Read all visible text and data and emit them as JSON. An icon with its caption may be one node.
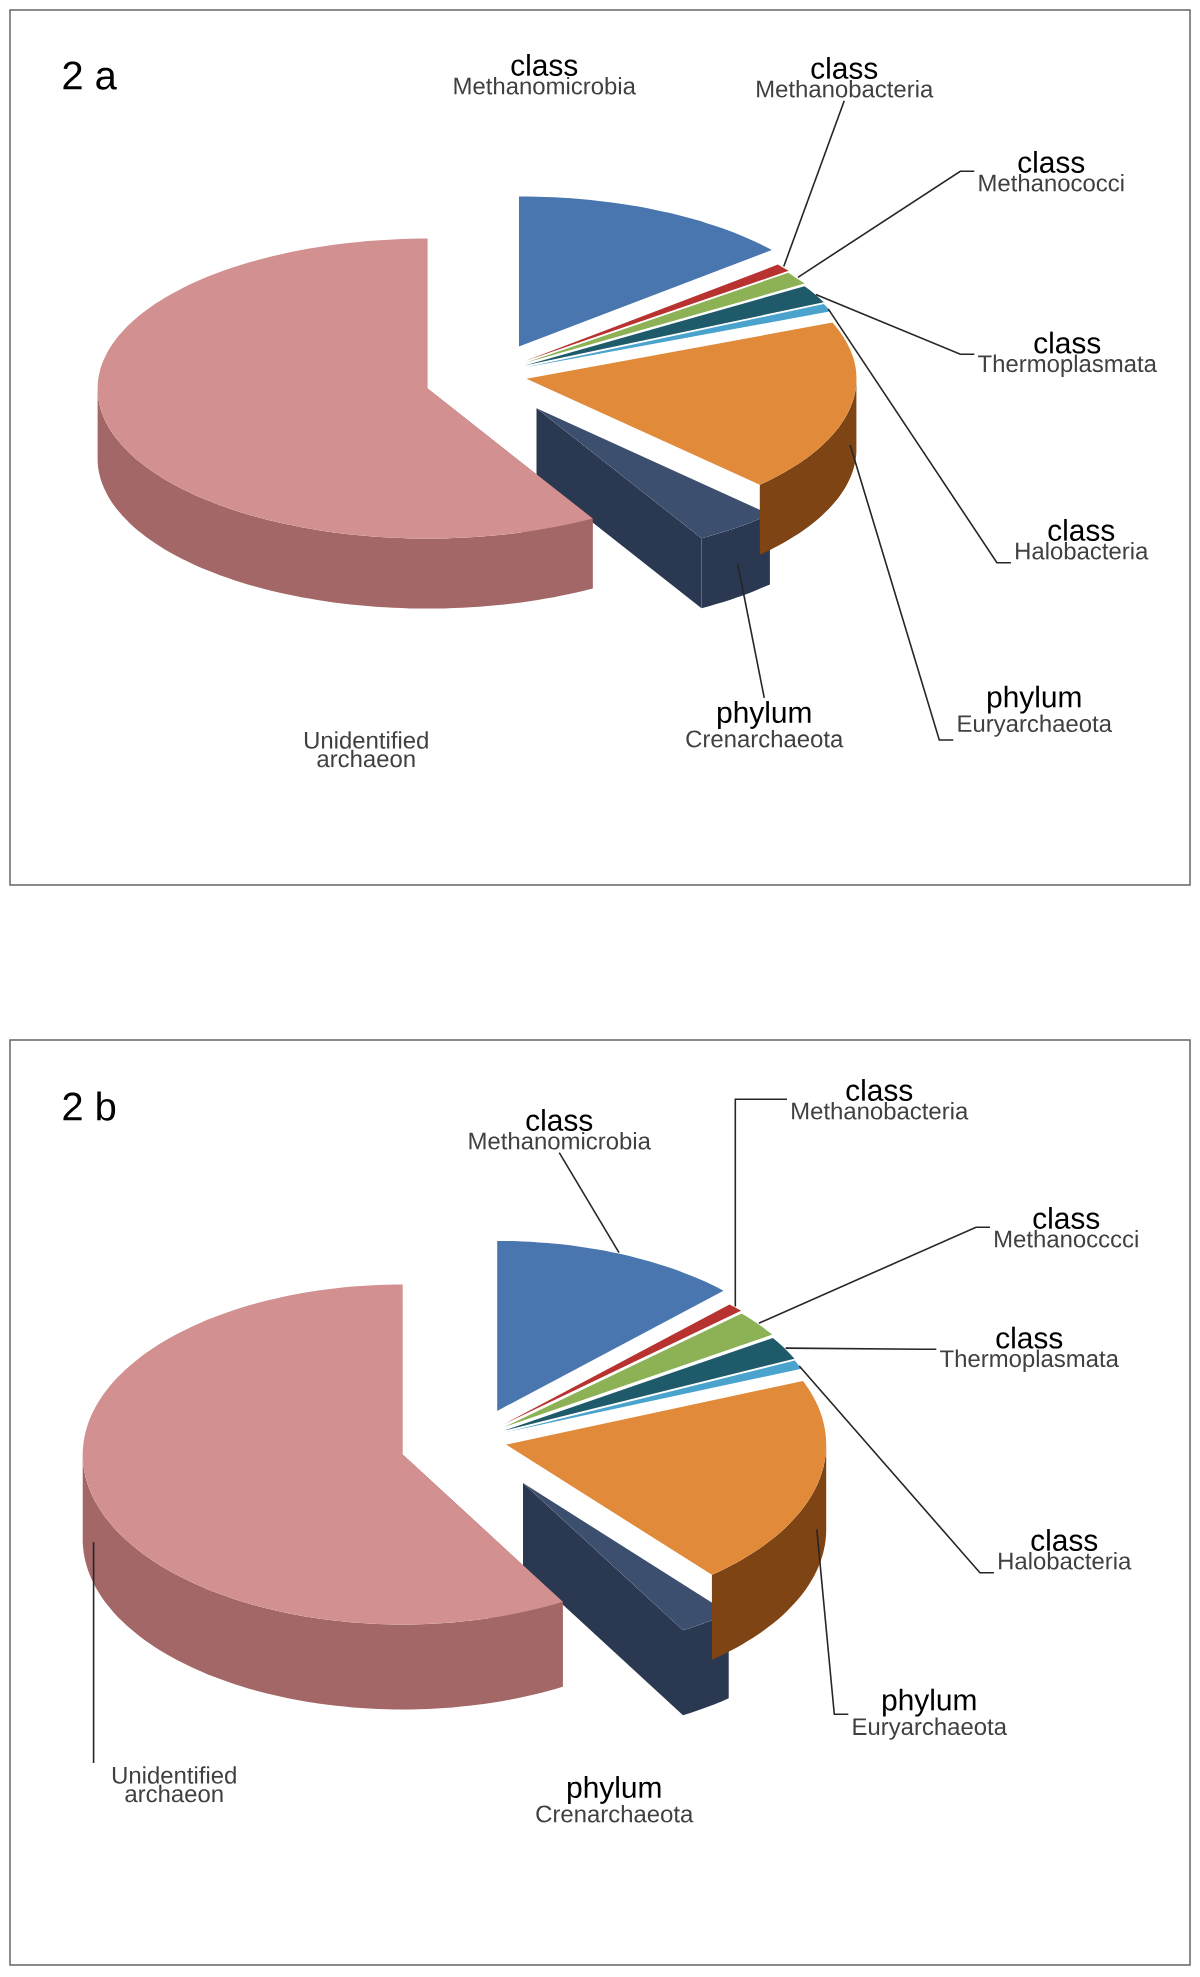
{
  "diagram": {
    "nodes": [
      {
        "text": [
          "2 a"
        ]
      },
      {
        "text": [
          "class",
          "Methanomicrobia"
        ],
        "in": 0
      },
      {
        "text": [
          "class",
          "Methanobacteria"
        ],
        "in": 0
      },
      {
        "text": [
          "class",
          "Methanococci"
        ],
        "in": 0
      },
      {
        "text": [
          "class",
          "Thermoplasmata"
        ],
        "in": 0
      },
      {
        "text": [
          "class",
          "Halobacteria"
        ],
        "in": 0
      },
      {
        "text": [
          "Unidentified archaeon"
        ],
        "in": 0
      },
      {
        "text": [
          "phylum",
          "Crenarchaeota"
        ],
        "in": 0
      },
      {
        "text": [
          "phylum",
          "Euryarchaeota"
        ],
        "in": 0
      },
      {
        "text": [],
        "shape": "slice",
        "in": 0
      },
      {
        "text": [],
        "shape": "slice",
        "in": 0
      },
      {
        "text": [],
        "shape": "slice",
        "in": 0
      },
      {
        "text": [],
        "shape": "slice",
        "in": 0
      },
      {
        "text": [],
        "shape": "slice",
        "in": 0
      },
      {
        "text": [],
        "shape": "slice",
        "in": 0
      },
      {
        "text": [],
        "shape": "slice",
        "in": 0
      },
      {
        "text": [],
        "shape": "slice",
        "in": 0
      },
      {
        "text": [
          "2 b"
        ]
      },
      {
        "text": [
          "class",
          "Methanomicrobia"
        ],
        "in": 17
      },
      {
        "text": [
          "class",
          "Methanobacteria"
        ],
        "in": 17
      },
      {
        "text": [
          "class",
          "Methanocccci"
        ],
        "in": 17
      },
      {
        "text": [
          "class",
          "Thermoplasmata"
        ],
        "in": 17
      },
      {
        "text": [
          "class",
          "Halobacteria"
        ],
        "in": 17
      },
      {
        "text": [
          "phylum",
          "Euryarchaeota"
        ],
        "in": 17
      },
      {
        "text": [
          "Unidentified archaeon"
        ],
        "in": 17
      },
      {
        "text": [
          "phylum",
          "Crenarchaeota"
        ],
        "in": 17
      },
      {
        "text": [],
        "shape": "slice",
        "in": 17
      },
      {
        "text": [],
        "shape": "slice",
        "in": 17
      },
      {
        "text": [],
        "shape": "slice",
        "in": 17
      },
      {
        "text": [],
        "shape": "slice",
        "in": 17
      },
      {
        "text": [],
        "shape": "slice",
        "in": 17
      },
      {
        "text": [],
        "shape": "slice",
        "in": 17
      },
      {
        "text": [],
        "shape": "slice",
        "in": 17
      },
      {
        "text": [],
        "shape": "slice",
        "in": 17
      }
    ],
    "edges": [
      {
        "from": 2,
        "to": 12,
        "arrow": "none"
      },
      {
        "from": 3,
        "to": 13,
        "arrow": "none"
      },
      {
        "from": 4,
        "to": 14,
        "arrow": "none"
      },
      {
        "from": 5,
        "to": 15,
        "arrow": "none"
      },
      {
        "from": 8,
        "to": 16,
        "arrow": "none"
      },
      {
        "from": 7,
        "to": 10,
        "arrow": "none"
      },
      {
        "from": 18,
        "to": 28,
        "arrow": "none"
      },
      {
        "from": 19,
        "to": 29,
        "arrow": "none"
      },
      {
        "from": 20,
        "to": 30,
        "arrow": "none"
      },
      {
        "from": 21,
        "to": 31,
        "arrow": "none"
      },
      {
        "from": 22,
        "to": 32,
        "arrow": "none"
      },
      {
        "from": 23,
        "to": 33,
        "arrow": "none"
      },
      {
        "from": 24,
        "to": 26,
        "arrow": "none"
      }
    ]
  }
}
